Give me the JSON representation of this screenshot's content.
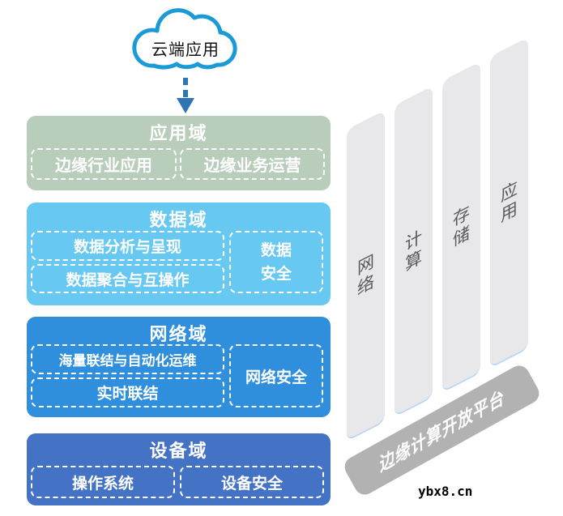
{
  "cloud": {
    "label": "云端应用"
  },
  "domains": [
    {
      "title": "应用域",
      "color": "#b9cdbb",
      "subs": [
        {
          "label": "边缘行业应用"
        },
        {
          "label": "边缘业务运营"
        }
      ]
    },
    {
      "title": "数据域",
      "color": "#67c8f1",
      "subs": [
        {
          "label": "数据分析与呈现"
        },
        {
          "label": "数据聚合与互操作"
        },
        {
          "label": "数据\n安全"
        }
      ]
    },
    {
      "title": "网络域",
      "color": "#2f8fdd",
      "subs": [
        {
          "label": "海量联结与自动化运维"
        },
        {
          "label": "实时联结"
        },
        {
          "label": "网络安全"
        }
      ]
    },
    {
      "title": "设备域",
      "color": "#4472c4",
      "subs": [
        {
          "label": "操作系统"
        },
        {
          "label": "设备安全"
        }
      ]
    }
  ],
  "pillars": [
    {
      "label": "网\n络"
    },
    {
      "label": "计\n算"
    },
    {
      "label": "存\n储"
    },
    {
      "label": "应\n用"
    }
  ],
  "platform_banner": {
    "label": "边缘计算开放平台"
  },
  "watermark": {
    "label": "ybx8.cn"
  },
  "palette": {
    "application_domain": "#b9cdbb",
    "data_domain": "#67c8f1",
    "network_domain": "#2f8fdd",
    "device_domain": "#4472c4",
    "pillar_fill": "#e8e7e9",
    "pillar_text": "#595959",
    "banner_fill": "#b2b2b2",
    "cloud_stroke": "#1a9ad6",
    "arrow": "#2e75b6"
  }
}
